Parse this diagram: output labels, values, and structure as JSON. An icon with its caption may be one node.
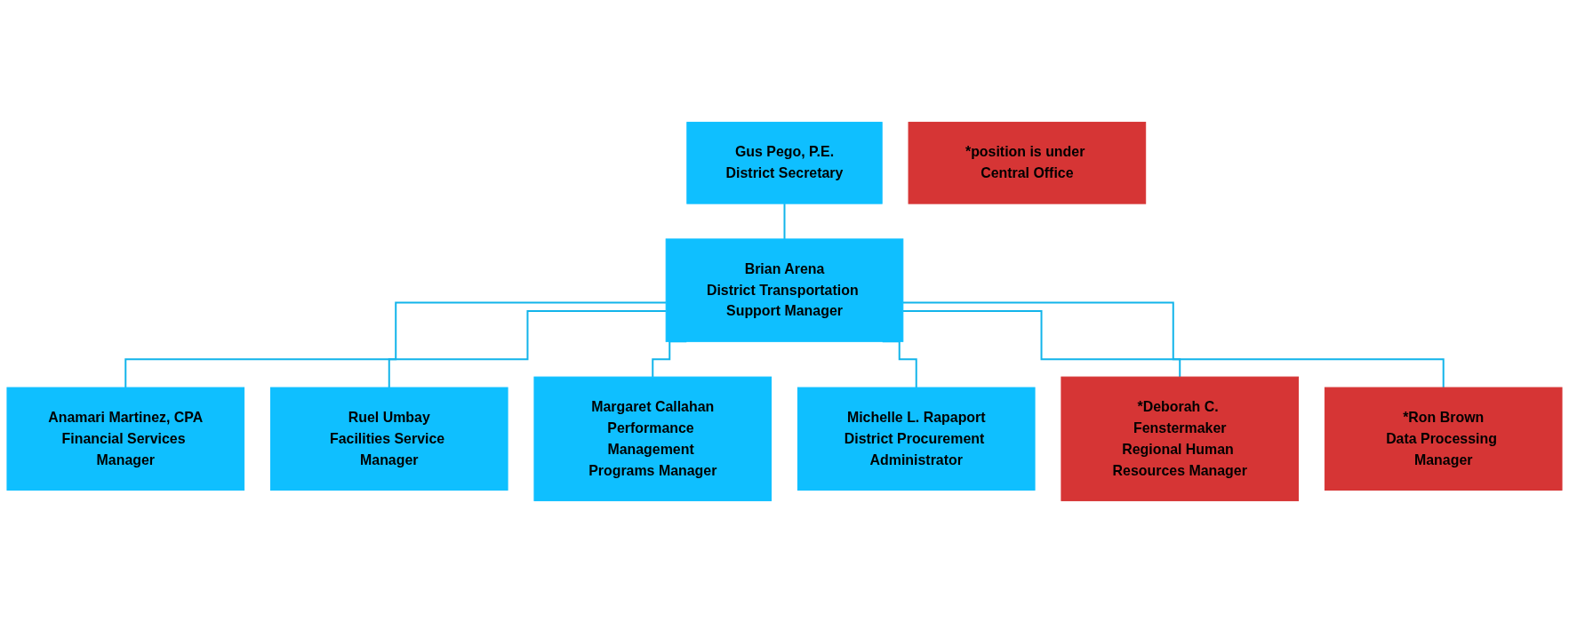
{
  "diagram": {
    "nodes": [
      {
        "text": [
          "Gus Pego, P.E.",
          "District Secretary"
        ]
      },
      {
        "text": [
          "Brian Arena",
          "District Transportation Support Manager"
        ]
      },
      {
        "text": [
          "Anamari Martinez, CPA",
          "Financial Services Manager"
        ]
      },
      {
        "text": [
          "Ruel Umbay",
          "Facilities Service Manager"
        ]
      },
      {
        "text": [
          "Margaret Callahan",
          "Performance Management Programs Manager"
        ]
      },
      {
        "text": [
          "Michelle L. Rapaport",
          "District Procurement Administrator"
        ]
      },
      {
        "text": [
          "*Deborah C. Fenstermaker",
          "Regional Human Resources Manager"
        ]
      },
      {
        "text": [
          "*Ron Brown",
          "Data Processing Manager"
        ]
      },
      {
        "text": [
          "*position is under Central Office"
        ]
      }
    ],
    "edges": [
      {
        "from": 0,
        "to": 1,
        "arrow": "none"
      },
      {
        "from": 1,
        "to": 2,
        "arrow": "none"
      },
      {
        "from": 1,
        "to": 3,
        "arrow": "none"
      },
      {
        "from": 1,
        "to": 4,
        "arrow": "none"
      },
      {
        "from": 1,
        "to": 5,
        "arrow": "none"
      },
      {
        "from": 1,
        "to": 6,
        "arrow": "none"
      },
      {
        "from": 1,
        "to": 7,
        "arrow": "none"
      }
    ]
  }
}
